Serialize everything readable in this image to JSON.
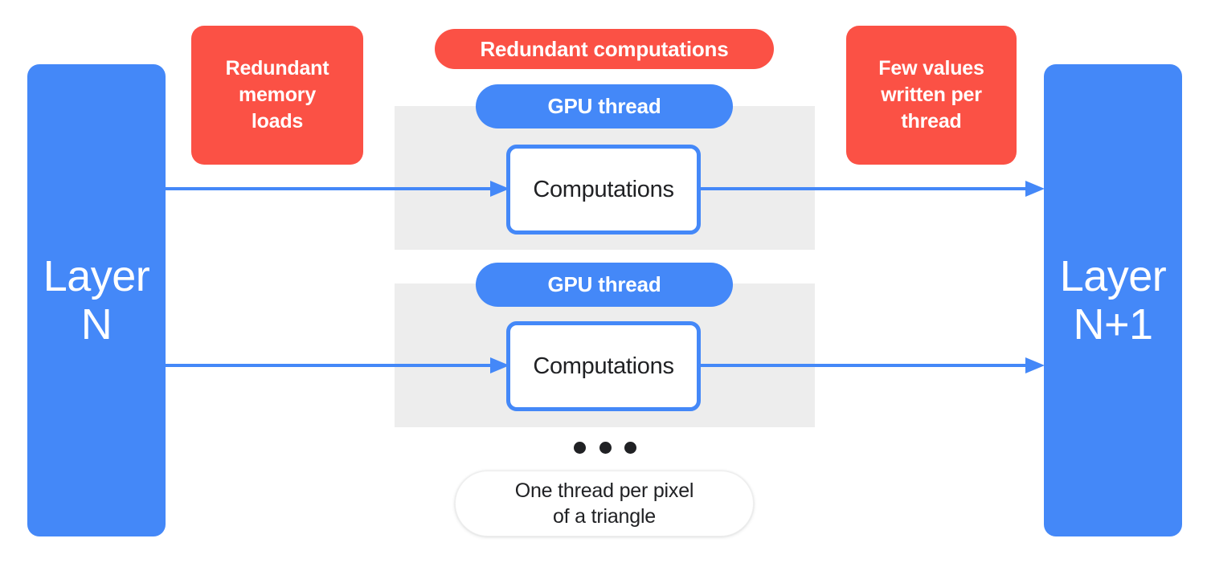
{
  "diagram": {
    "title": "GPU thread per pixel redundancy diagram",
    "colors": {
      "blue": "#4488F8",
      "red": "#FB5145",
      "panel_gray": "#EDEDED",
      "text_dark": "#202124",
      "white": "#ffffff"
    }
  },
  "layers": {
    "input": {
      "label": "Layer\nN"
    },
    "output": {
      "label": "Layer\nN+1"
    }
  },
  "threads": [
    {
      "pill_label": "GPU thread",
      "box_label": "Computations"
    },
    {
      "pill_label": "GPU thread",
      "box_label": "Computations"
    }
  ],
  "annotations": {
    "memory_loads": "Redundant\nmemory\nloads",
    "redundant_computations": "Redundant computations",
    "few_values": "Few values\nwritten per\nthread"
  },
  "ellipsis": {
    "name": "more-threads-ellipsis",
    "dot_count": 3
  },
  "caption": {
    "text": "One thread per pixel\nof a triangle"
  }
}
